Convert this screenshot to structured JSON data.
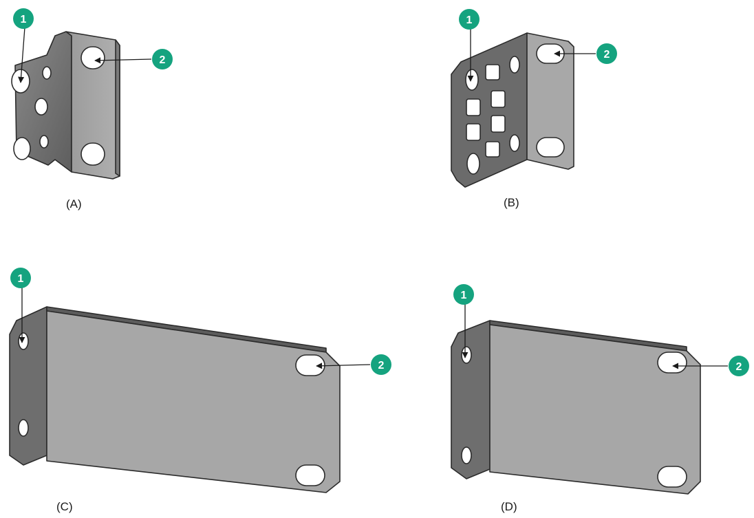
{
  "figures": [
    {
      "id": "A",
      "caption": "(A)"
    },
    {
      "id": "B",
      "caption": "(B)"
    },
    {
      "id": "C",
      "caption": "(C)"
    },
    {
      "id": "D",
      "caption": "(D)"
    }
  ],
  "callouts": {
    "one": "1",
    "two": "2"
  },
  "colors": {
    "callout_green": "#15a37f",
    "ear_dark": "#6f6f6f",
    "ear_light": "#8c8c8c",
    "plate_face": "#a7a7a7",
    "plate_edge": "#5c5c5c",
    "outline": "#2b2b2b",
    "hole_fill": "#ffffff"
  }
}
